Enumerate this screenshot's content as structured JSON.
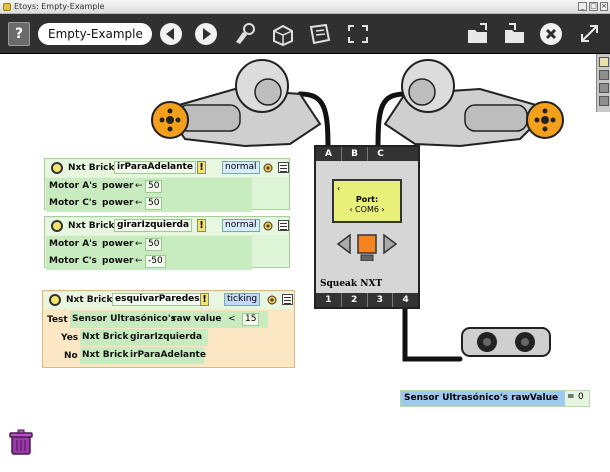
{
  "window": {
    "title": "Etoys: Empty-Example"
  },
  "toolbar": {
    "help_label": "?",
    "project_name": "Empty-Example"
  },
  "nxt": {
    "ports_top": [
      "A",
      "B",
      "C"
    ],
    "ports_bottom": [
      "1",
      "2",
      "3",
      "4"
    ],
    "screen_title": "Port:",
    "screen_value": "‹ COM6 ›",
    "screen_left": "‹",
    "label": "Squeak NXT"
  },
  "scripts": [
    {
      "owner": "Nxt Brick",
      "name": "irParaAdelante",
      "status": "normal",
      "rows": [
        {
          "target": "Motor A's",
          "prop": "power",
          "op": "←",
          "value": "50"
        },
        {
          "target": "Motor C's",
          "prop": "power",
          "op": "←",
          "value": "50"
        }
      ]
    },
    {
      "owner": "Nxt Brick",
      "name": "girarIzquierda",
      "status": "normal",
      "rows": [
        {
          "target": "Motor A's",
          "prop": "power",
          "op": "←",
          "value": "50"
        },
        {
          "target": "Motor C's",
          "prop": "power",
          "op": "←",
          "value": "-50"
        }
      ]
    },
    {
      "owner": "Nxt Brick",
      "name": "esquivarParedes",
      "status": "ticking",
      "test": {
        "label": "Test",
        "target": "Sensor Ultrasónico's",
        "prop": "raw value",
        "op": "<",
        "value": "15"
      },
      "yes": {
        "label": "Yes",
        "target": "Nxt Brick",
        "script": "girarIzquierda"
      },
      "no": {
        "label": "No",
        "target": "Nxt Brick",
        "script": "irParaAdelante"
      }
    }
  ],
  "watcher": {
    "label": "Sensor Ultrasónico's rawValue",
    "eq": "=",
    "value": "0"
  },
  "colors": {
    "accent_orange": "#f5a01c",
    "toolbar": "#303030",
    "tile_green": "#ddf4d6",
    "watcher_blue": "#9ec7f2"
  },
  "icons": [
    "help-icon",
    "back-arrow-icon",
    "forward-arrow-icon",
    "paint-icon",
    "supplies-icon",
    "flip-icon",
    "fullscreen-icon",
    "open-folder-icon",
    "save-folder-icon",
    "close-icon",
    "expand-icon",
    "trash-icon"
  ]
}
